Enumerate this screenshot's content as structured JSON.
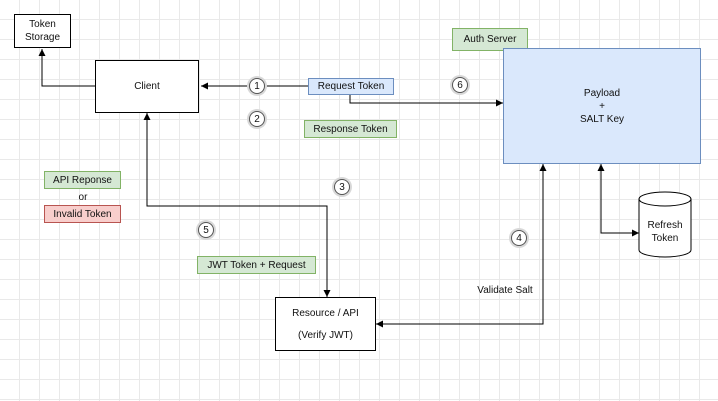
{
  "diagram": {
    "nodes": {
      "token_storage": {
        "line1": "Token",
        "line2": "Storage"
      },
      "client": {
        "label": "Client"
      },
      "auth_server": {
        "label": "Auth Server"
      },
      "auth_box": {
        "line1": "Payload",
        "line2": "+",
        "line3": "SALT Key"
      },
      "refresh_token": {
        "line1": "Refresh",
        "line2": "Token"
      },
      "resource_api": {
        "line1": "Resource / API",
        "line2": "(Verify JWT)"
      }
    },
    "labels": {
      "request_token": "Request Token",
      "response_token": "Response Token",
      "api_response": "API Reponse",
      "or": "or",
      "invalid_token": "Invalid Token",
      "jwt_request": "JWT Token + Request",
      "validate_salt": "Validate Salt"
    },
    "steps": [
      "1",
      "2",
      "3",
      "4",
      "5",
      "6"
    ]
  }
}
